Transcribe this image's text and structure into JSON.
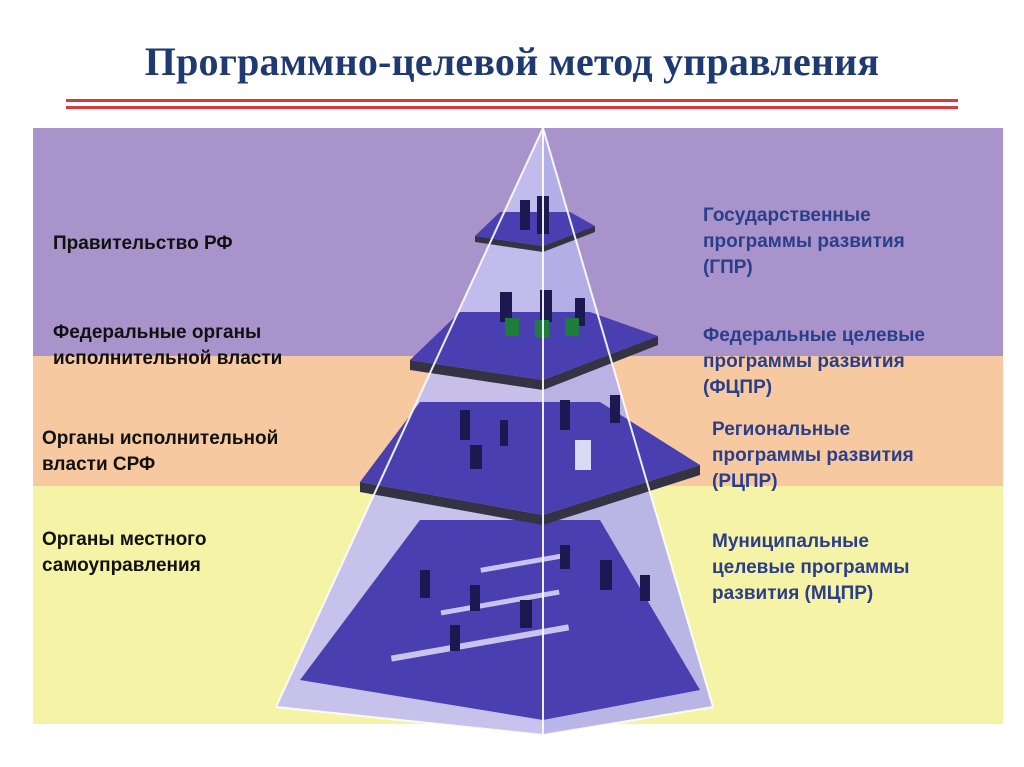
{
  "title": "Программно-целевой метод управления",
  "colors": {
    "title": "#1f3a72",
    "rule": "#d63a3a",
    "band_purple": "#a893cb",
    "band_peach": "#f6c9a0",
    "band_yellow": "#f5f3a6",
    "pyramid_glass": "#b9b4ea",
    "floor": "#4a3fb0",
    "slab": "#333344",
    "right_text": "#2b3e8a"
  },
  "levels": [
    {
      "authority": "Правительство РФ",
      "program": "Государственные\nпрограммы развития\n(ГПР)"
    },
    {
      "authority": "Федеральные органы\nисполнительной власти",
      "program": "Федеральные целевые\nпрограммы развития\n(ФЦПР)"
    },
    {
      "authority": "Органы исполнительной\nвласти СРФ",
      "program": "Региональные\nпрограммы развития\n(РЦПР)"
    },
    {
      "authority": "Органы местного\nсамоуправления",
      "program": "Муниципальные\nцелевые программы\nразвития (МЦПР)"
    }
  ]
}
